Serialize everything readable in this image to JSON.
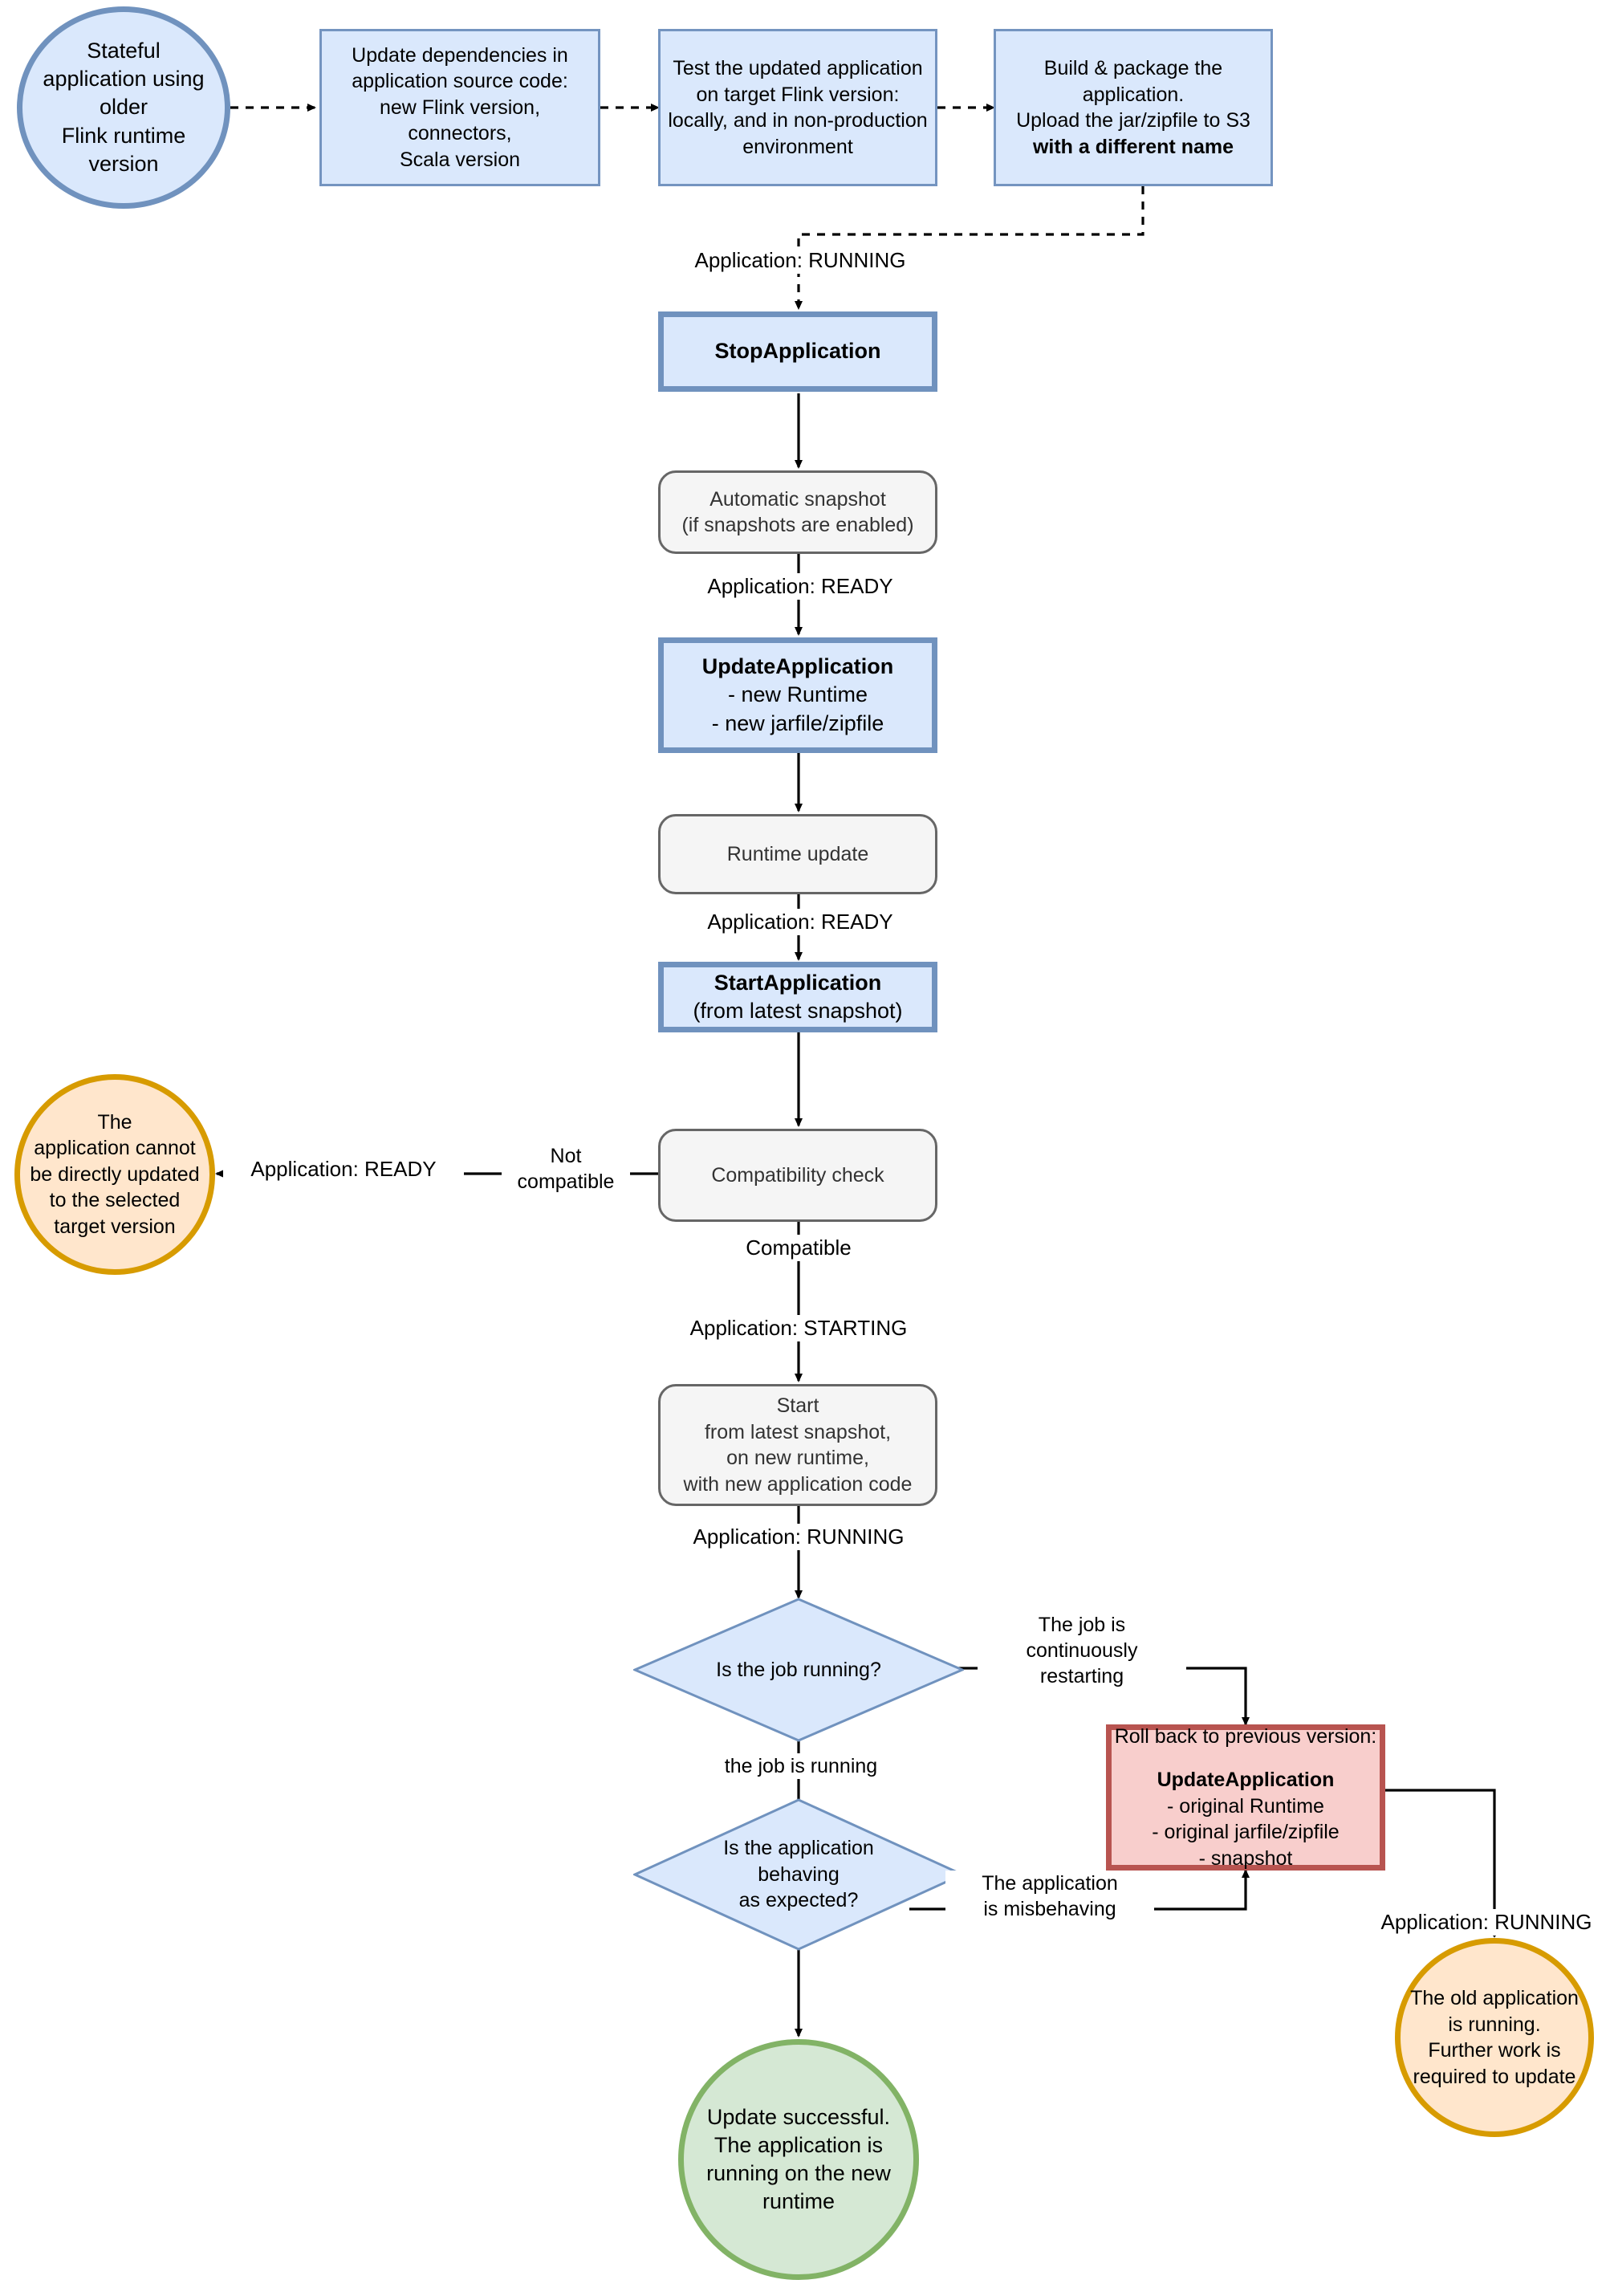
{
  "diagram": {
    "title": "Flink runtime in-place version upgrade flow",
    "colors": {
      "blue_fill": "#dae8fc",
      "blue_stroke": "#7092be",
      "grey_fill": "#f5f5f5",
      "grey_stroke": "#666666",
      "red_fill": "#f8cecc",
      "red_stroke": "#b85450",
      "orange_fill": "#ffe6cc",
      "orange_stroke": "#d79b00",
      "green_fill": "#d5e8d4",
      "green_stroke": "#82b366"
    }
  },
  "nodes": {
    "start_ellipse": "Stateful\napplication using\nolder\nFlink runtime\nversion",
    "update_deps": "Update dependencies in\napplication source code:\nnew Flink version,\nconnectors,\nScala version",
    "test_app": "Test the updated application\non target Flink version:\nlocally, and in non-production\nenvironment",
    "build_package_line1": "Build & package the",
    "build_package_line2": "application.",
    "build_package_line3": "Upload the jar/zipfile to S3",
    "build_package_line4": "with a different name",
    "stop_application": "StopApplication",
    "automatic_snapshot": "Automatic snapshot\n(if snapshots are enabled)",
    "update_application_title": "UpdateApplication",
    "update_application_body": "- new Runtime\n- new jarfile/zipfile",
    "runtime_update": "Runtime update",
    "start_application_title": "StartApplication",
    "start_application_body": "(from latest snapshot)",
    "compatibility_check": "Compatibility check",
    "cannot_update_ellipse": "The\napplication cannot\nbe directly updated\nto the selected\ntarget version",
    "start_from_snapshot": "Start\nfrom latest snapshot,\non new runtime,\nwith new application code",
    "diamond_job_running": "Is the job running?",
    "diamond_behaving": "Is the application\nbehaving\nas expected?",
    "rollback_header": "Roll back to previous version:",
    "rollback_title": "UpdateApplication",
    "rollback_body": "- original Runtime\n- original jarfile/zipfile\n- snapshot",
    "success_ellipse": "Update successful.\nThe application is\nrunning on the new\nruntime",
    "old_app_ellipse": "The old application\nis running.\nFurther work is\nrequired to update"
  },
  "edge_labels": {
    "running_to_stop": "Application: RUNNING",
    "ready_after_snapshot": "Application: READY",
    "ready_after_runtime_update": "Application: READY",
    "not_compatible": "Not\ncompatible",
    "ready_not_compatible": "Application: READY",
    "compatible": "Compatible",
    "starting": "Application: STARTING",
    "running_after_start": "Application: RUNNING",
    "job_restarting": "The job is\ncontinuously\nrestarting",
    "job_is_running": "the job is running",
    "app_misbehaving": "The application\nis misbehaving",
    "running_after_rollback": "Application: RUNNING"
  }
}
